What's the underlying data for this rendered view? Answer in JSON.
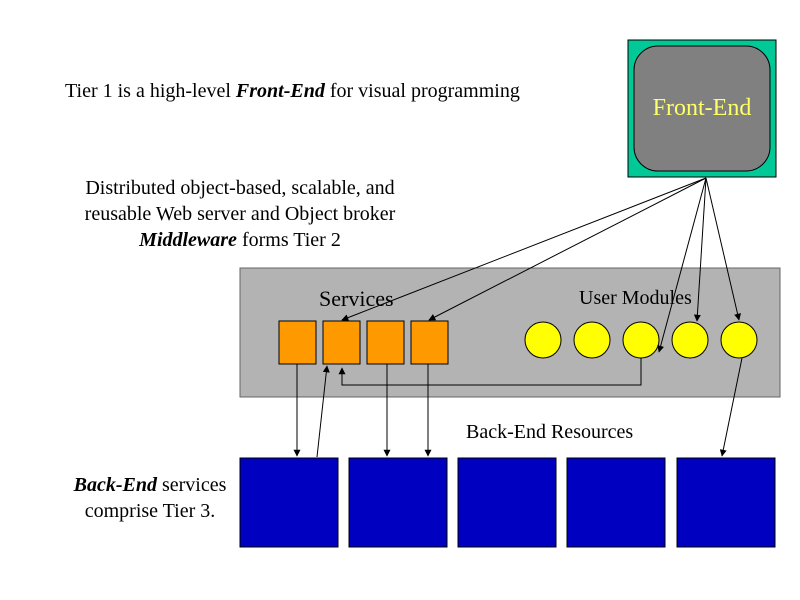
{
  "tier1": {
    "pre": "Tier 1 is a high-level ",
    "emph": "Front-End",
    "post": " for visual programming"
  },
  "tier2": {
    "line1": "Distributed object-based, scalable, and",
    "line2": "reusable Web server and Object broker",
    "emph": "Middleware",
    "post": " forms Tier 2"
  },
  "tier3": {
    "emph": "Back-End",
    "post1": " services",
    "line2": "comprise Tier 3."
  },
  "front_end": {
    "label": "Front-End"
  },
  "middleware": {
    "services_label": "Services",
    "user_modules_label": "User Modules",
    "service_count": 4,
    "module_count": 5
  },
  "back_end": {
    "label": "Back-End Resources",
    "resource_count": 5
  },
  "colors": {
    "front_end_border": "#00c896",
    "front_end_fill": "#808080",
    "front_end_text": "#ffff66",
    "middleware_fill": "#b3b3b3",
    "service_fill": "#ff9900",
    "module_fill": "#ffff00",
    "back_end_fill": "#0000c0"
  }
}
